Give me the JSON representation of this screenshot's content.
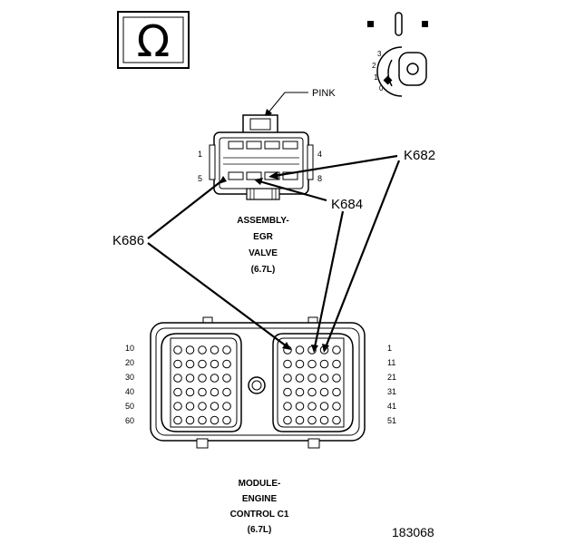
{
  "ohm_symbol": "Ω",
  "ignition": {
    "positions": [
      "3",
      "2",
      "1",
      "0"
    ]
  },
  "pink_label": "PINK",
  "egr_connector": {
    "pin_labels": {
      "top_left": "1",
      "top_right": "4",
      "bottom_left": "5",
      "bottom_right": "8"
    },
    "name_lines": [
      "ASSEMBLY-",
      "EGR",
      "VALVE",
      "(6.7L)"
    ]
  },
  "wires": {
    "k682": "K682",
    "k684": "K684",
    "k686": "K686"
  },
  "ecm_connector": {
    "left_labels": [
      "10",
      "20",
      "30",
      "40",
      "50",
      "60"
    ],
    "right_labels": [
      "1",
      "11",
      "21",
      "31",
      "41",
      "51"
    ],
    "name_lines": [
      "MODULE-",
      "ENGINE",
      "CONTROL C1",
      "(6.7L)"
    ]
  },
  "figure_number": "183068"
}
